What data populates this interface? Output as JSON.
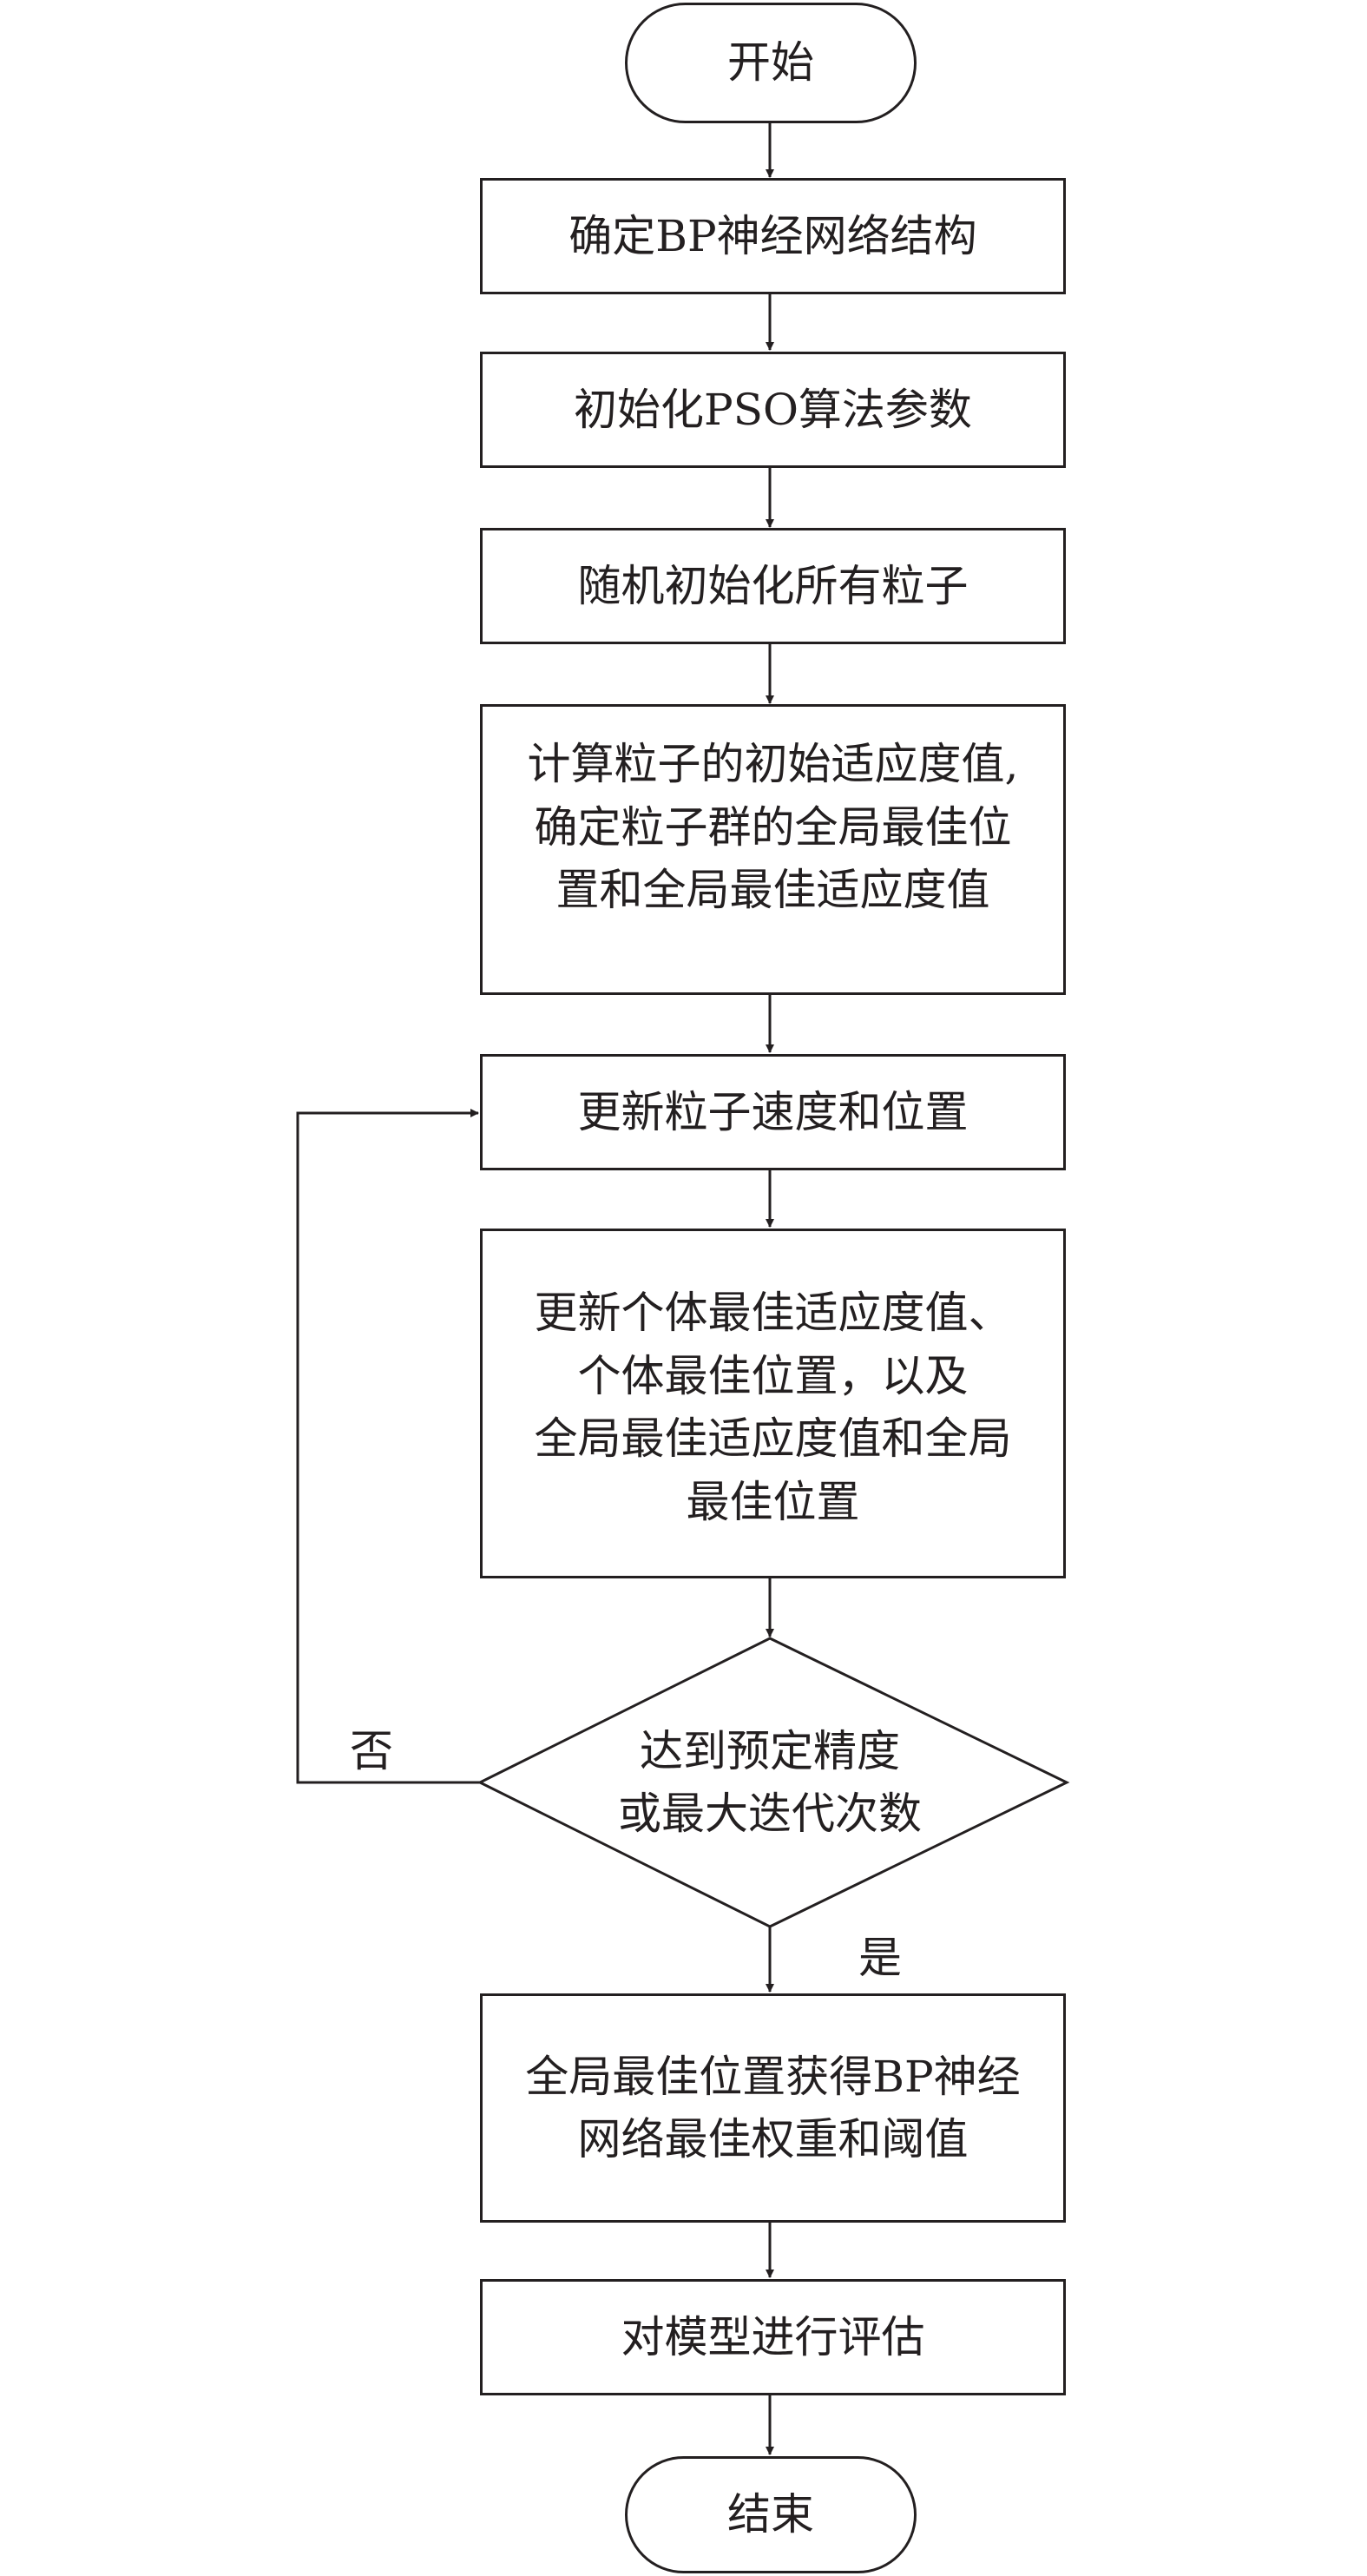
{
  "nodes": {
    "start": "开始",
    "step1": "确定BP神经网络结构",
    "step2": "初始化PSO算法参数",
    "step3": "随机初始化所有粒子",
    "step4": "计算粒子的初始适应度值,\n确定粒子群的全局最佳位\n置和全局最佳适应度值",
    "step5": "更新粒子速度和位置",
    "step6": "更新个体最佳适应度值、\n个体最佳位置，以及\n全局最佳适应度值和全局\n最佳位置",
    "decision": "达到预定精度\n或最大迭代次数",
    "step7": "全局最佳位置获得BP神经\n网络最佳权重和阈值",
    "step8": "对模型进行评估",
    "end": "结束"
  },
  "edge_labels": {
    "no": "否",
    "yes": "是"
  },
  "colors": {
    "line": "#231f20",
    "background": "#ffffff"
  }
}
